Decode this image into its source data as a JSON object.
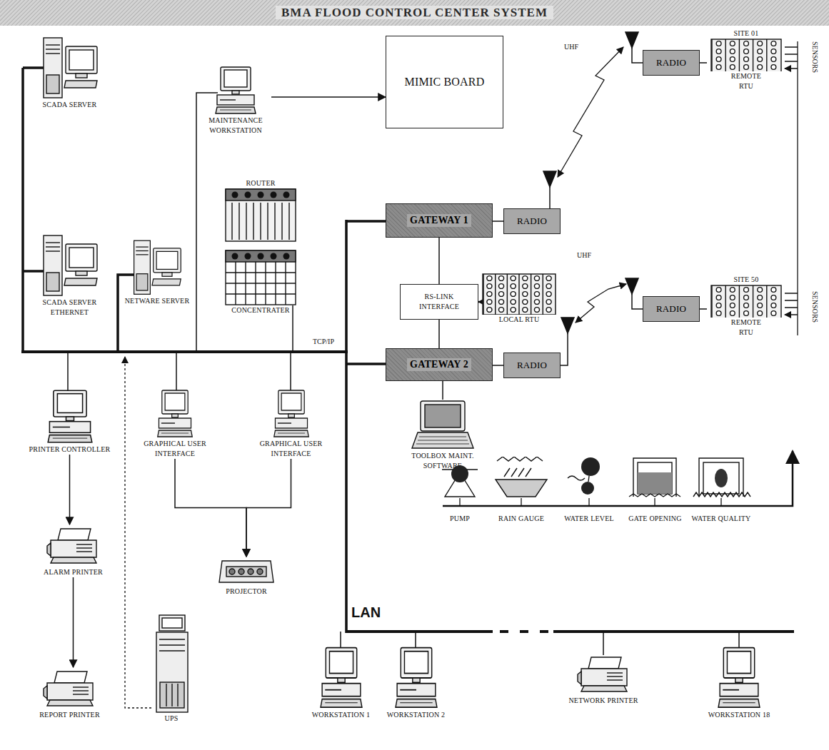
{
  "diagram": {
    "title": "BMA FLOOD CONTROL CENTER SYSTEM",
    "nodes": [
      {
        "text": [
          "SCADA SERVER"
        ]
      },
      {
        "text": [
          "SCADA SERVER ETHERNET"
        ]
      },
      {
        "text": [
          "NETWARE SERVER"
        ]
      },
      {
        "text": [
          "MAINTENANCE WORKSTATION"
        ]
      },
      {
        "text": [
          "MIMIC BOARD"
        ]
      },
      {
        "text": [
          "ROUTER"
        ]
      },
      {
        "text": [
          "CONCENTRATER"
        ]
      },
      {
        "text": [
          "GATEWAY 1"
        ]
      },
      {
        "text": [
          "RADIO"
        ]
      },
      {
        "text": [
          "RADIO"
        ]
      },
      {
        "text": [
          "SITE 01",
          "REMOTE RTU"
        ]
      },
      {
        "text": [
          "RS-LINK INTERFACE"
        ]
      },
      {
        "text": [
          "LOCAL RTU"
        ]
      },
      {
        "text": [
          "RADIO"
        ]
      },
      {
        "text": [
          "SITE 50",
          "REMOTE RTU"
        ]
      },
      {
        "text": [
          "GATEWAY 2"
        ]
      },
      {
        "text": [
          "RADIO"
        ]
      },
      {
        "text": [
          "TOOLBOX MAINT. SOFTWARE"
        ]
      },
      {
        "text": [
          "PRINTER CONTROLLER"
        ]
      },
      {
        "text": [
          "GRAPHICAL USER INTERFACE"
        ]
      },
      {
        "text": [
          "GRAPHICAL USER INTERFACE"
        ]
      },
      {
        "text": [
          "PUMP"
        ]
      },
      {
        "text": [
          "RAIN GAUGE"
        ]
      },
      {
        "text": [
          "WATER LEVEL"
        ]
      },
      {
        "text": [
          "GATE OPENING"
        ]
      },
      {
        "text": [
          "WATER QUALITY"
        ]
      },
      {
        "text": [
          "ALARM PRINTER"
        ]
      },
      {
        "text": [
          "PROJECTOR"
        ]
      },
      {
        "text": [
          "REPORT PRINTER"
        ]
      },
      {
        "text": [
          "UPS"
        ]
      },
      {
        "text": [
          "WORKSTATION 1"
        ]
      },
      {
        "text": [
          "WORKSTATION 2"
        ]
      },
      {
        "text": [
          "NETWORK PRINTER"
        ]
      },
      {
        "text": [
          "WORKSTATION 18"
        ]
      }
    ],
    "edges": [
      {
        "from": 3,
        "to": 4,
        "arrow": "to"
      },
      {
        "from": 7,
        "to": 8,
        "arrow": "none"
      },
      {
        "from": 9,
        "to": 10,
        "arrow": "none"
      },
      {
        "from": 7,
        "to": 11,
        "arrow": "none"
      },
      {
        "from": 11,
        "to": 12,
        "arrow": "both"
      },
      {
        "from": 11,
        "to": 15,
        "arrow": "none"
      },
      {
        "from": 13,
        "to": 14,
        "arrow": "none"
      },
      {
        "from": 15,
        "to": 16,
        "arrow": "none"
      },
      {
        "from": 15,
        "to": 17,
        "arrow": "none"
      },
      {
        "from": 18,
        "to": 26,
        "arrow": "to"
      },
      {
        "from": 26,
        "to": 28,
        "arrow": "to"
      },
      {
        "from": 19,
        "to": 27,
        "arrow": "to"
      },
      {
        "from": 20,
        "to": 27,
        "arrow": "to"
      }
    ],
    "labels": [
      "UHF",
      "SENSORS",
      "TCP/IP",
      "UHF",
      "SENSORS",
      "LAN"
    ]
  }
}
